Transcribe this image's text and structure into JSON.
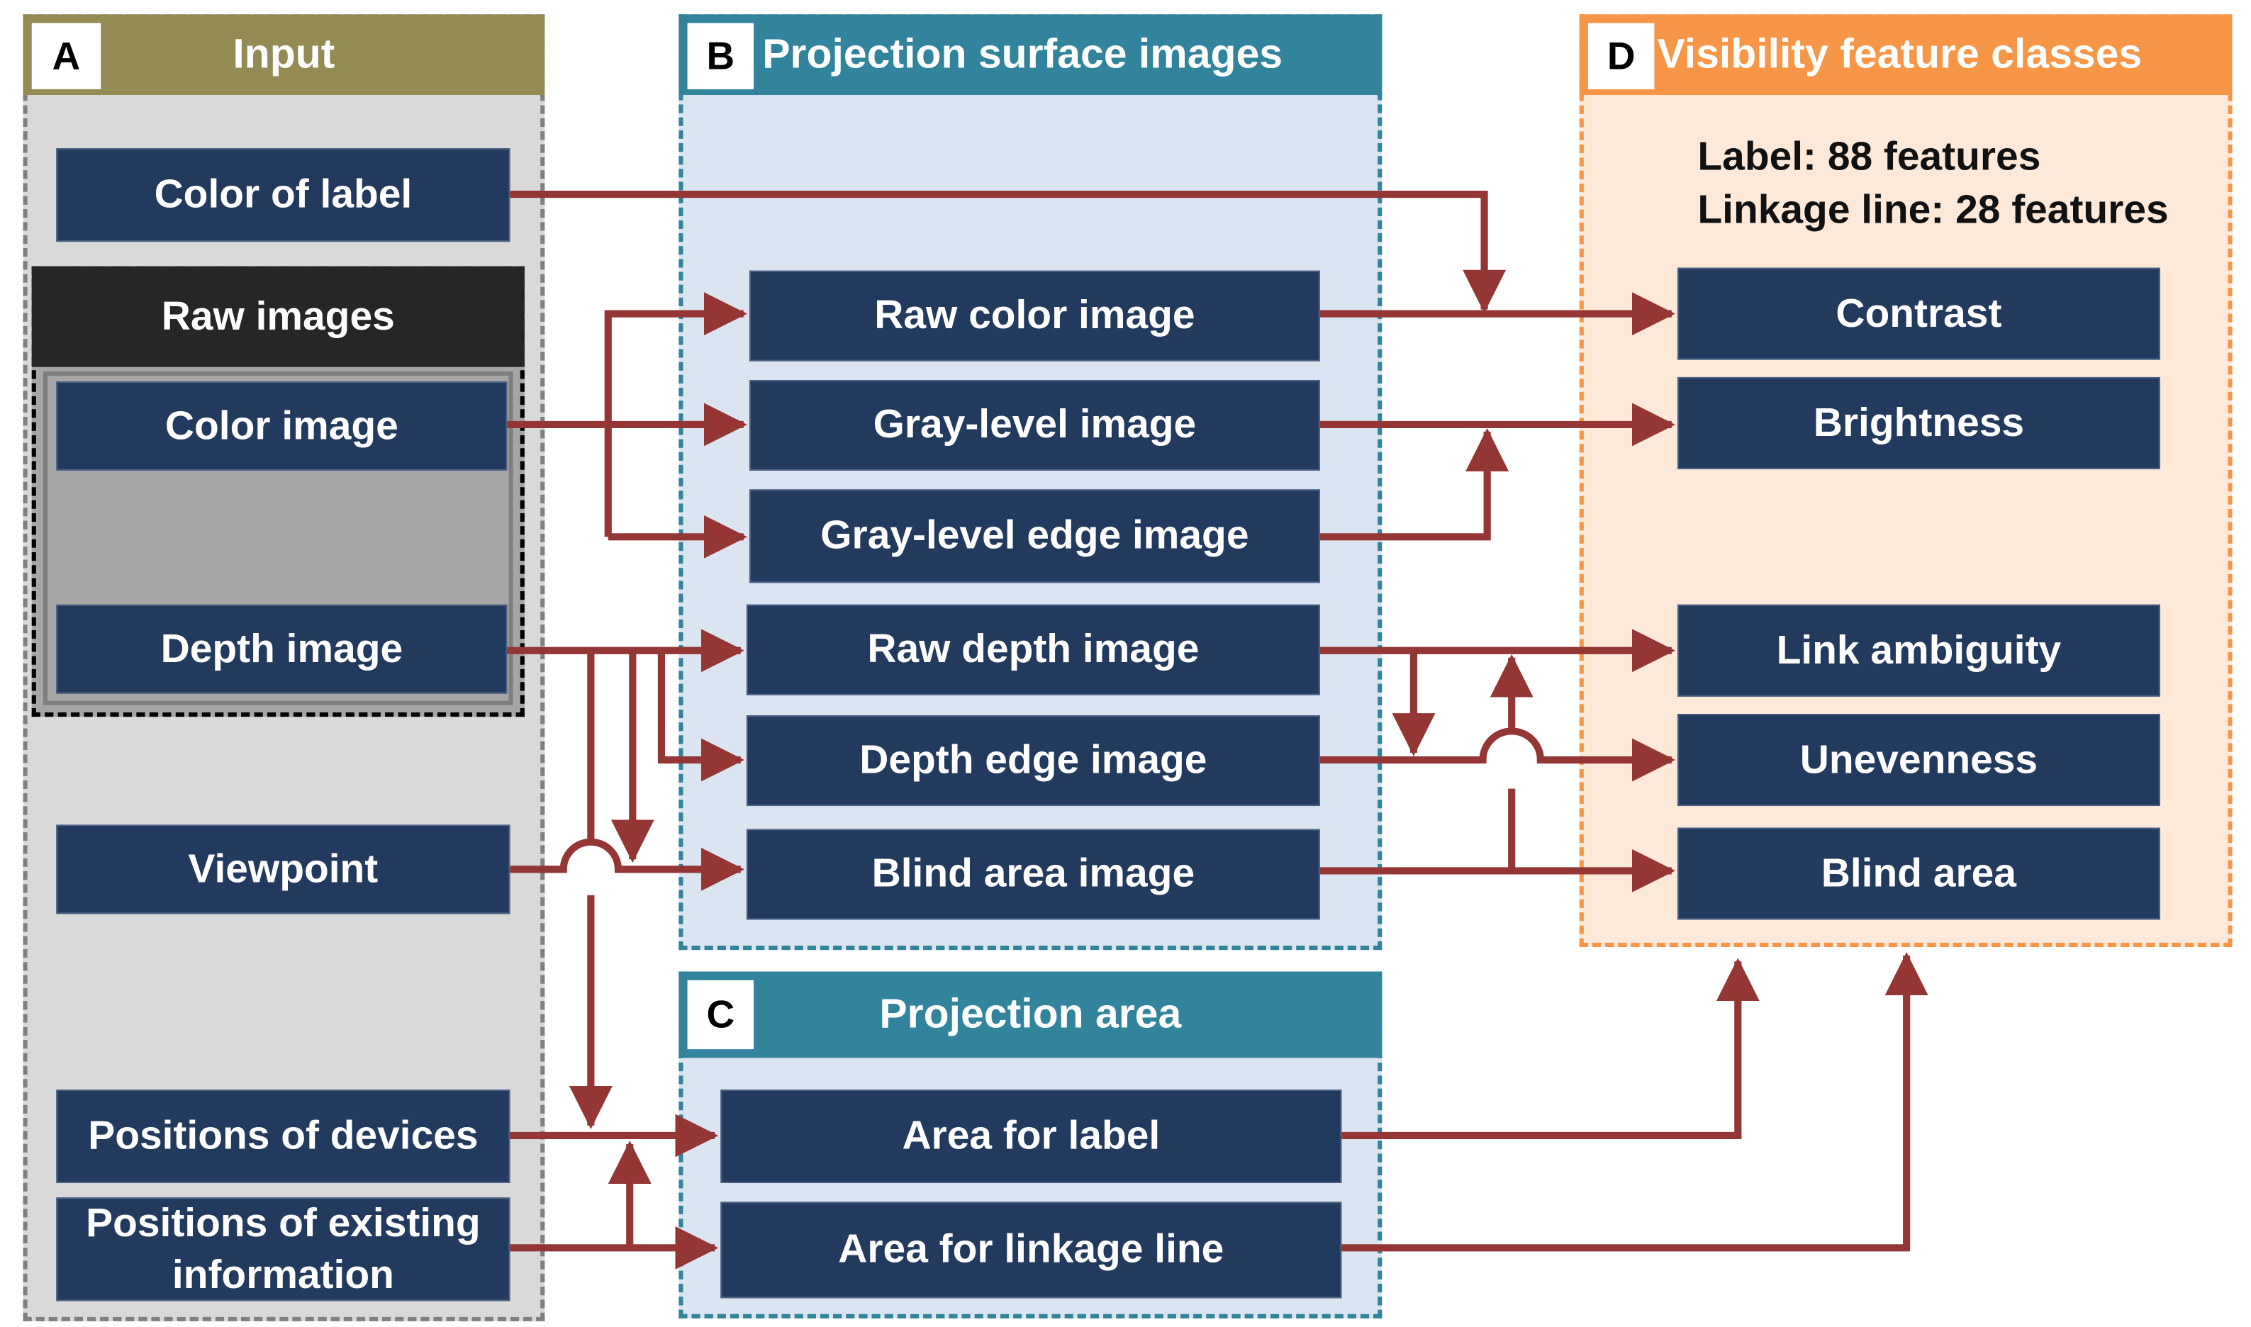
{
  "colors": {
    "node_fill": "#223a5e",
    "arrow": "#943634",
    "input_header": "#948a54",
    "teal_header": "#31849b",
    "orange_header": "#f79646",
    "input_bg": "#d9d9d9",
    "blue_bg": "#dbe5f1",
    "orange_bg": "#fde9d9"
  },
  "panels": {
    "input": {
      "letter": "A",
      "title": "Input"
    },
    "projection_images": {
      "letter": "B",
      "title": "Projection surface images"
    },
    "projection_area": {
      "letter": "C",
      "title": "Projection area"
    },
    "visibility": {
      "letter": "D",
      "title": "Visibility feature classes"
    }
  },
  "input": {
    "color_of_label": "Color of label",
    "raw_images_title": "Raw images",
    "color_image": "Color image",
    "depth_image": "Depth image",
    "viewpoint": "Viewpoint",
    "positions_devices": "Positions of devices",
    "positions_existing": "Positions of existing information"
  },
  "projection_images": {
    "raw_color": "Raw color image",
    "gray_level": "Gray-level image",
    "gray_edge": "Gray-level edge image",
    "raw_depth": "Raw depth image",
    "depth_edge": "Depth edge image",
    "blind_area": "Blind area image"
  },
  "projection_area": {
    "area_label": "Area for label",
    "area_linkage": "Area for linkage line"
  },
  "visibility": {
    "summary_label": "Label: 88 features",
    "summary_linkage": "Linkage line: 28 features",
    "contrast": "Contrast",
    "brightness": "Brightness",
    "link_ambiguity": "Link ambiguity",
    "unevenness": "Unevenness",
    "blind_area": "Blind area"
  }
}
